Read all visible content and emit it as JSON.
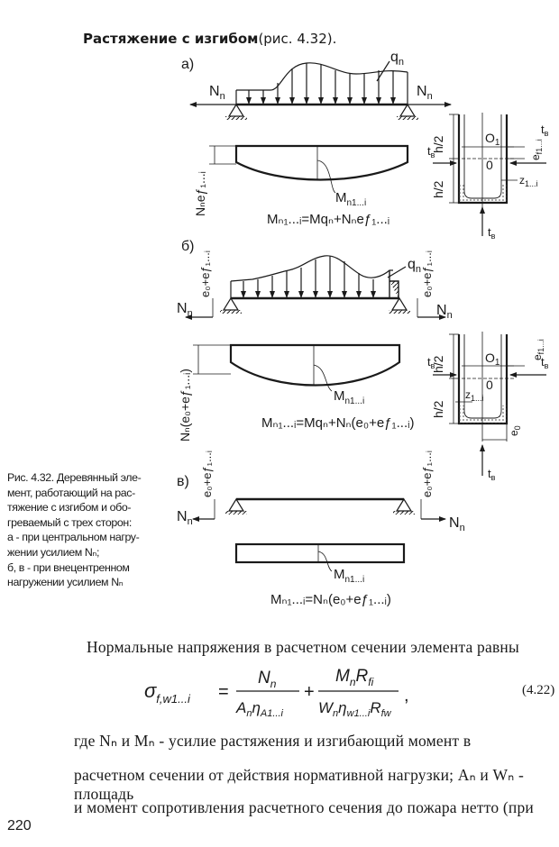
{
  "heading": {
    "bold": "Растяжение с изгибом",
    "normal": "(рис. 4.32)."
  },
  "figure": {
    "panel_a": "а)",
    "panel_b": "б)",
    "panel_c": "в)",
    "Nn": "N",
    "Nn_sub": "n",
    "qn": "q",
    "qn_sub": "n",
    "h2": "h/2",
    "O1": "O",
    "O1_sub": "1",
    "O": "0",
    "tv": "t",
    "tv_sub": "в",
    "z": "z",
    "z_sub": "1...i",
    "e": "e",
    "e_sub": "f1...i",
    "e0": "e",
    "e0_sub": "0",
    "Mn": "M",
    "Mn_sub": "n1...i",
    "ordinate_a": "Nₙeƒ₁...ᵢ",
    "ordinate_b": "Nₙ(e₀+eƒ₁...ᵢ)",
    "load_ecc": "e₀+eƒ₁...ᵢ",
    "eq_a": "Mₙ₁...ᵢ=Mqₙ+Nₙeƒ₁...ᵢ",
    "eq_b": "Mₙ₁...ᵢ=Mqₙ+Nₙ(e₀+eƒ₁...ᵢ)",
    "eq_c": "Mₙ₁...ᵢ=Nₙ(e₀+eƒ₁...ᵢ)"
  },
  "caption_lines": [
    "Рис. 4.32. Деревянный эле-",
    "мент, работающий на рас-",
    "тяжение с изгибом и обо-",
    "греваемый с трех сторон:",
    "а - при центральном нагру-",
    "жении усилием Nₙ;",
    "б, в - при внецентренном",
    "нагружении усилием Nₙ"
  ],
  "paragraph_1": "Нормальные напряжения в расчетном сечении элемента равны",
  "formula": {
    "lhs": "σ",
    "lhs_sub": "f,w1...i",
    "eq": "=",
    "n1": "N",
    "n1_sub": "n",
    "d1": "A",
    "d1_sub": "n",
    "d1b": "η",
    "d1b_sub": "A1...i",
    "plus": "+",
    "n2": "M",
    "n2_sub": "n",
    "n2b": "R",
    "n2b_sub": "fi",
    "d2": "W",
    "d2_sub": "n",
    "d2b": "η",
    "d2b_sub": "w1...i",
    "d2c": "R",
    "d2c_sub": "fw",
    "comma": ","
  },
  "equation_number": "(4.22)",
  "paragraph_2_lines": [
    "где  Nₙ  и  Mₙ  - усилие растяжения и изгибающий момент в",
    "расчетном сечении от действия нормативной нагрузки;  Aₙ и Wₙ - площадь",
    "и момент сопротивления расчетного сечения до пожара нетто (при"
  ],
  "page_number": "220"
}
